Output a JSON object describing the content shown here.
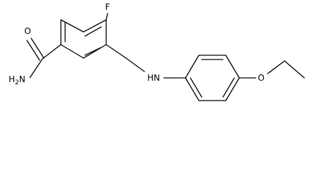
{
  "molecule": {
    "atoms": {
      "fluorine": "F",
      "amide_oxygen": "O",
      "amide_nitrogen": "H2N",
      "amine": "HN",
      "ether_oxygen": "O"
    }
  }
}
